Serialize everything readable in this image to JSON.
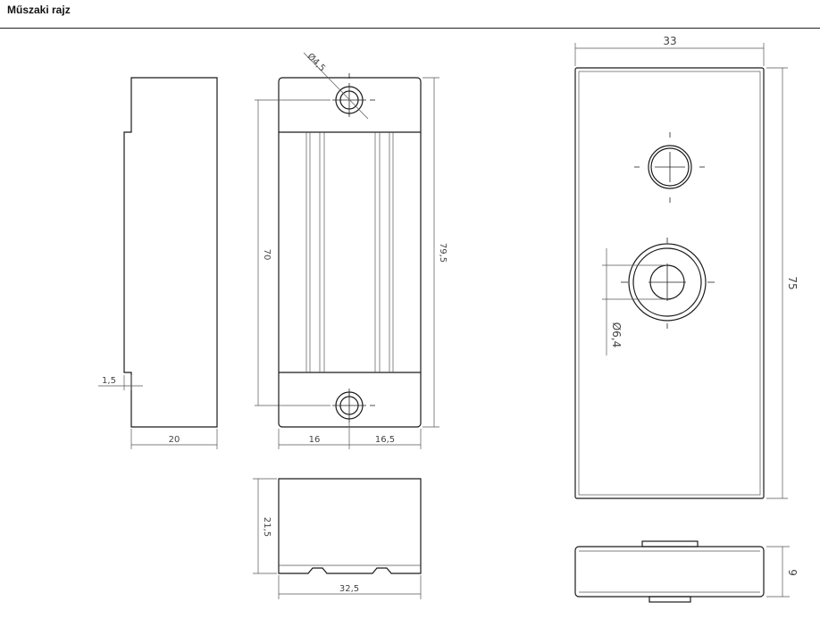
{
  "page": {
    "title": "Műszaki rajz"
  },
  "dimensions": {
    "side_width": "20",
    "side_step": "1,5",
    "front_hole_diameter": "Ø4,5",
    "front_hole_pitch": "70",
    "front_height": "79,5",
    "front_half_left": "16",
    "front_half_right": "16,5",
    "bottom_height": "21,5",
    "bottom_width": "32,5",
    "plate_width": "33",
    "plate_height": "75",
    "plate_hole_diameter": "Ø6,4",
    "plate_thickness": "9"
  }
}
